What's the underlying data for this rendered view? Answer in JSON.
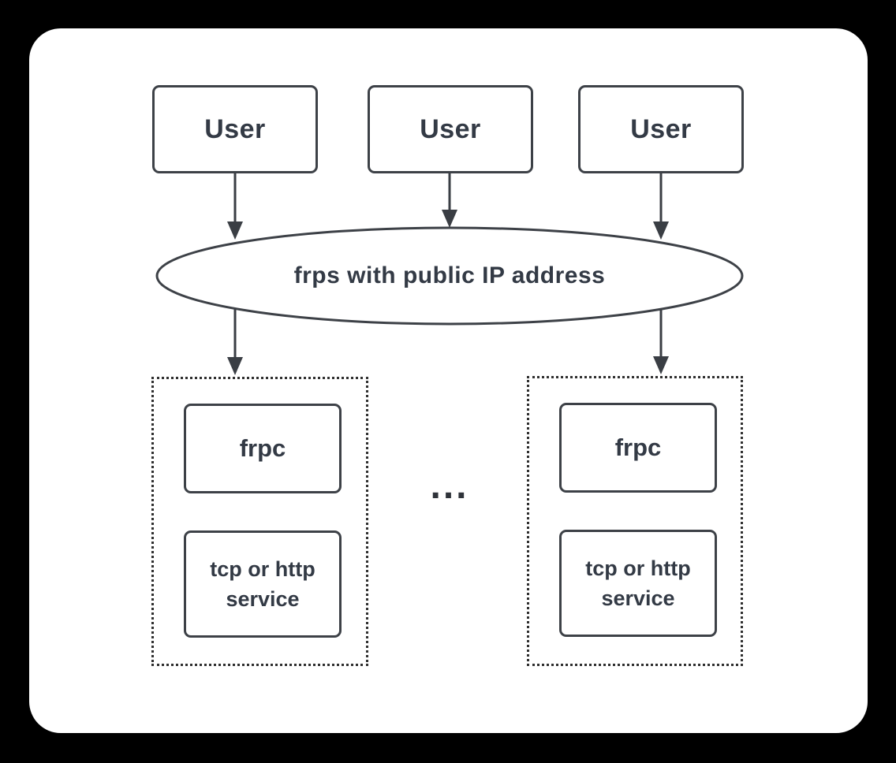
{
  "colors": {
    "page_bg": "#000000",
    "card_bg": "#ffffff",
    "line": "#3d4147",
    "text": "#333a45"
  },
  "nodes": {
    "users": [
      {
        "label": "User"
      },
      {
        "label": "User"
      },
      {
        "label": "User"
      }
    ],
    "server": {
      "label": "frps with public IP address"
    },
    "groups": [
      {
        "frpc": "frpc",
        "service": "tcp or http service"
      },
      {
        "frpc": "frpc",
        "service": "tcp or http service"
      }
    ],
    "ellipsis": "..."
  }
}
